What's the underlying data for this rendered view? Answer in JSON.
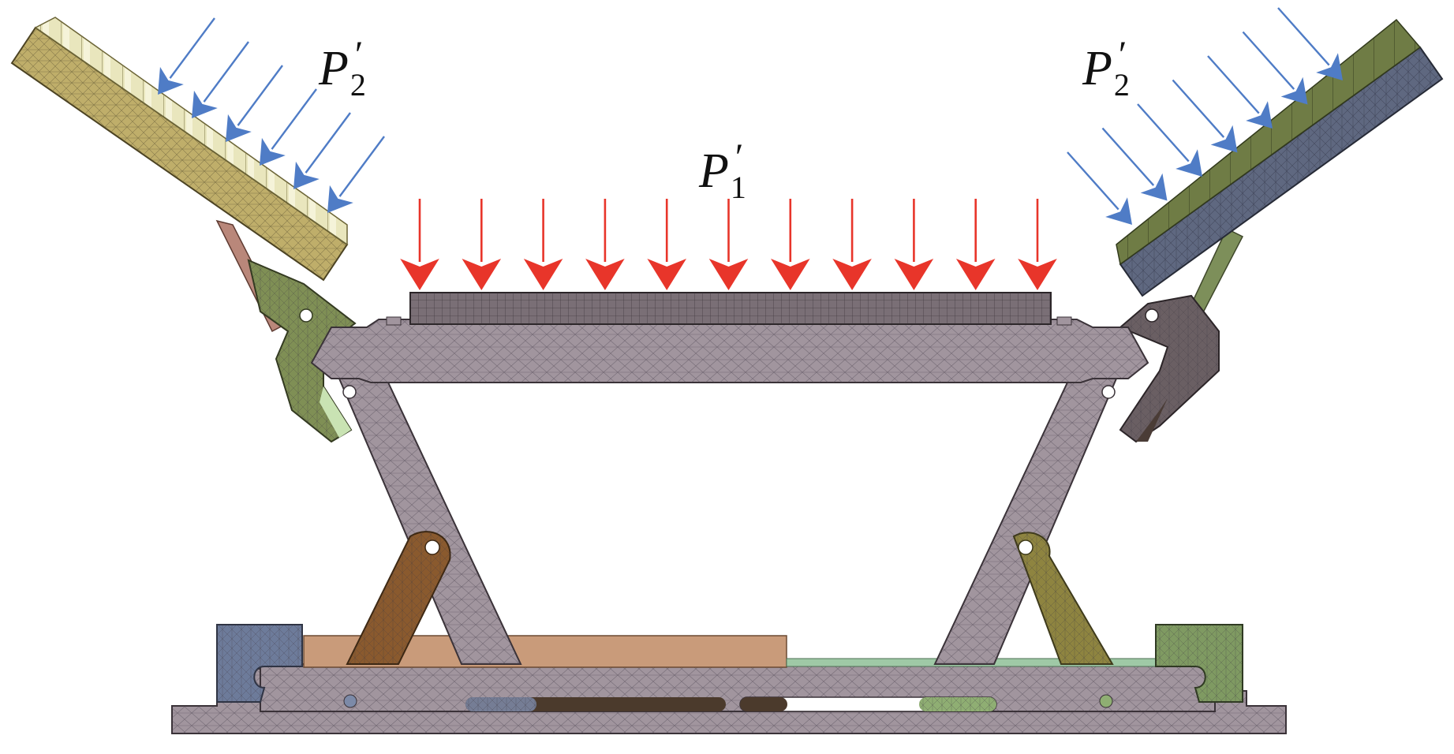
{
  "labels": {
    "p1": {
      "base": "P",
      "sub": "1",
      "prime": "′"
    },
    "p2_left": {
      "base": "P",
      "sub": "2",
      "prime": "′"
    },
    "p2_right": {
      "base": "P",
      "sub": "2",
      "prime": "′"
    }
  },
  "load_arrows": {
    "vertical_count": 11,
    "left_incline_count": 6,
    "right_incline_count": 7
  },
  "colors": {
    "red_arrow": "#e8352a",
    "blue_arrow": "#4f7cc6",
    "frame_gray": "#a1959e",
    "mesh_line": "#4a4350",
    "left_panel": "#bfae6a",
    "left_panel_face": "#e7e3b8",
    "right_panel": "#5f6880",
    "right_panel_face": "#6e7a45",
    "left_bracket": "#7f8f55",
    "right_bracket": "#6a5f63",
    "left_link": "#8a5a2e",
    "right_link": "#8e8440",
    "tan_block": "#c99b7a",
    "green_strip": "#9fc9a6",
    "left_clamp": "#6d7b9a",
    "right_clamp": "#7f9a62",
    "dark_slot": "#4b3a2c"
  }
}
